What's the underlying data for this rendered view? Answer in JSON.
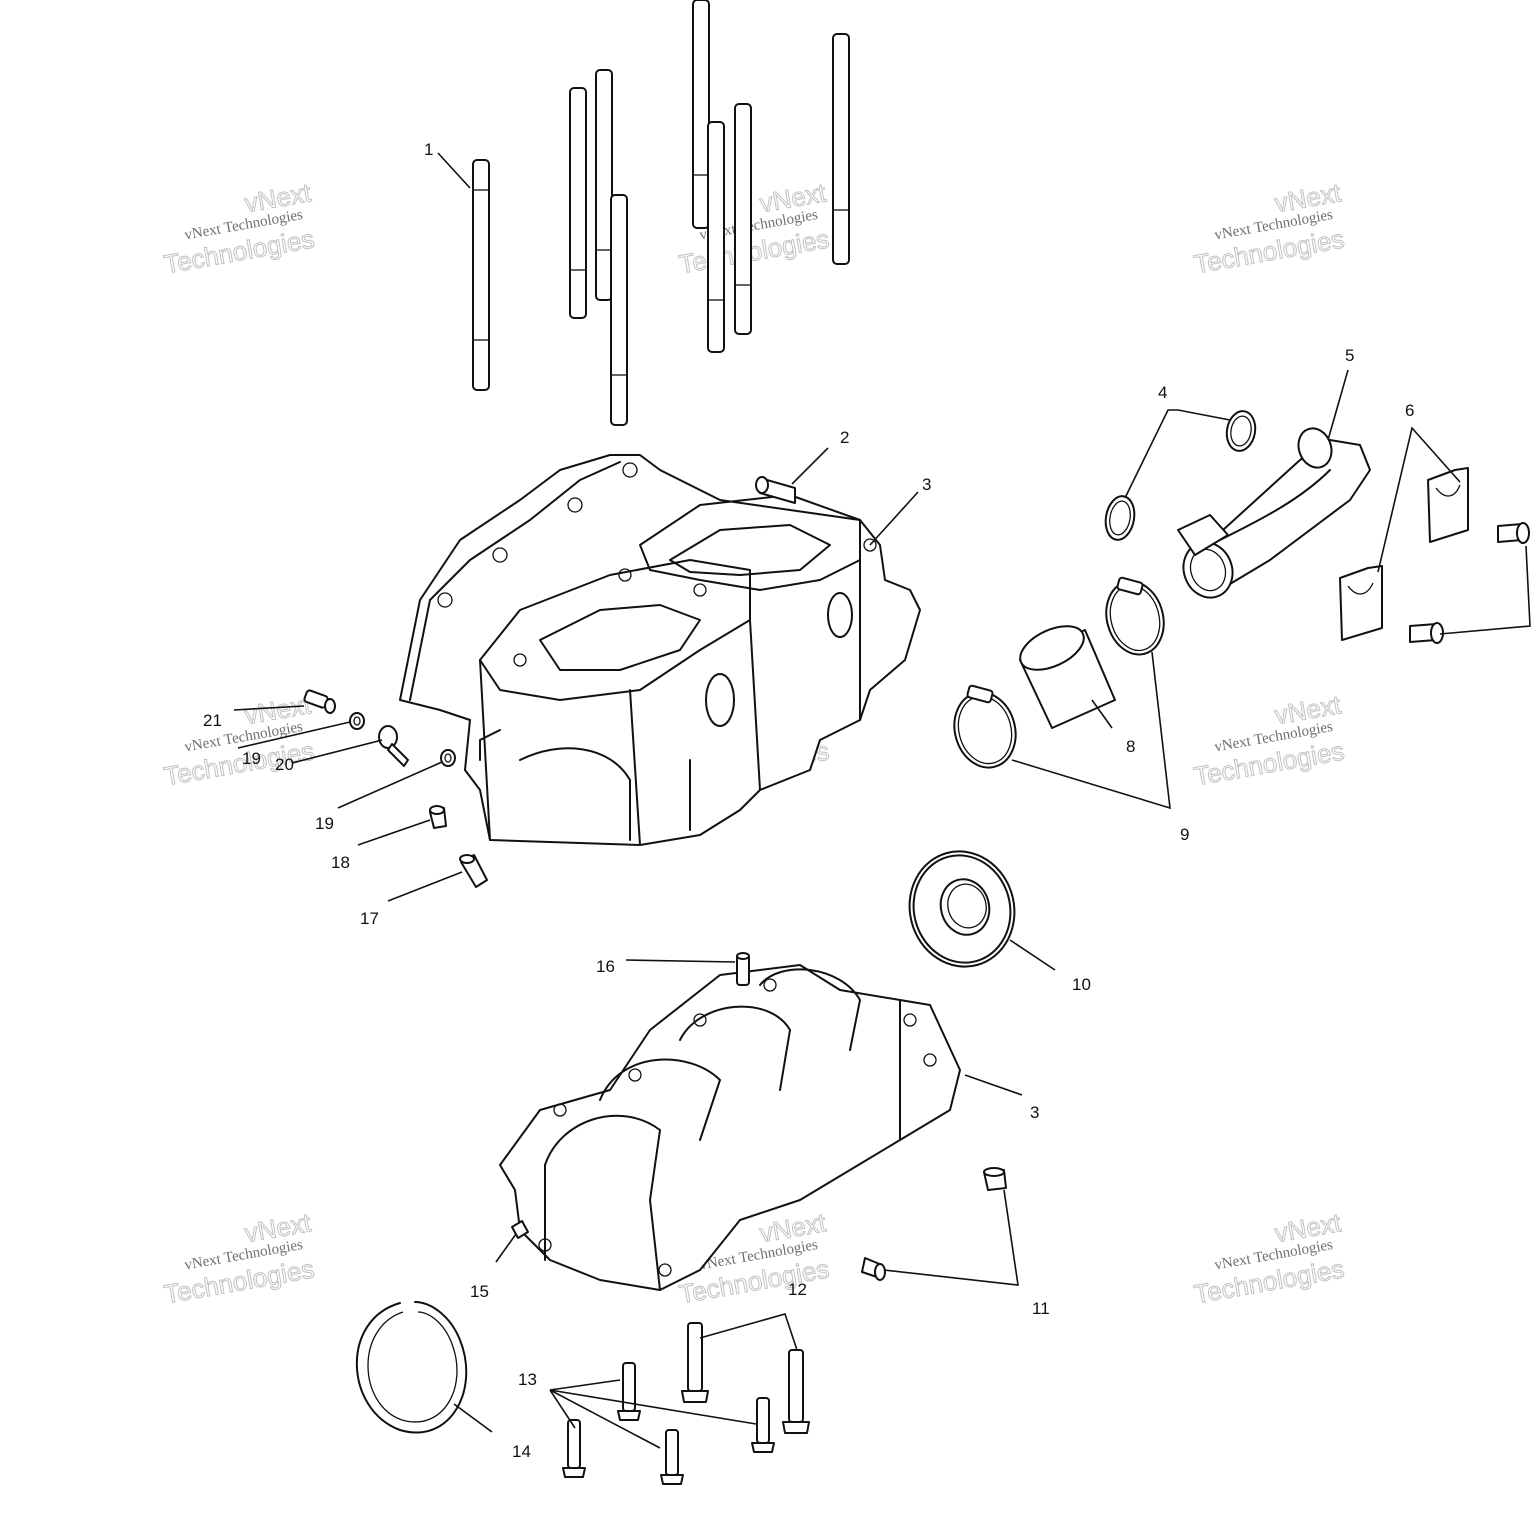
{
  "callouts": {
    "c1": "1",
    "c2": "2",
    "c3a": "3",
    "c3b": "3",
    "c4": "4",
    "c5": "5",
    "c6": "6",
    "c8": "8",
    "c9": "9",
    "c10": "10",
    "c11": "11",
    "c12": "12",
    "c13": "13",
    "c14": "14",
    "c15": "15",
    "c16": "16",
    "c17": "17",
    "c18": "18",
    "c19a": "19",
    "c19b": "19",
    "c20": "20",
    "c21": "21"
  },
  "watermark": {
    "line1": "vNext",
    "line2": "vNext Technologies",
    "line3": "Technologies"
  }
}
